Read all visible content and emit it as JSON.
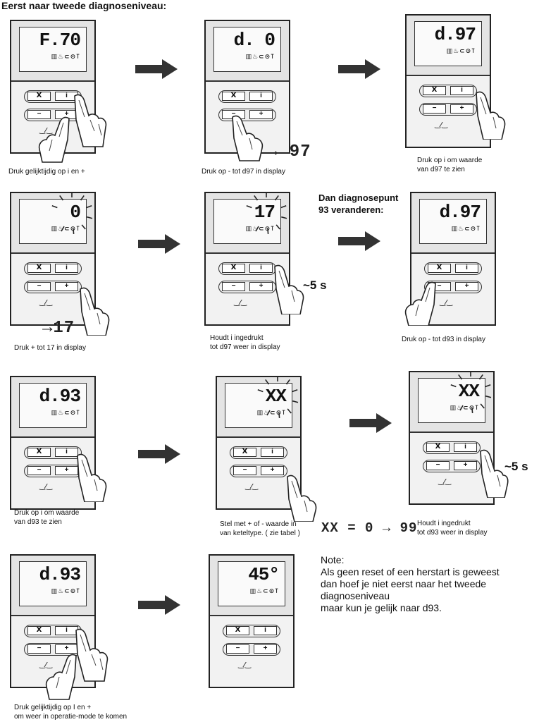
{
  "title": "Eerst naar tweede diagnoseniveau:",
  "panel_icons": "▥♨⊂⊙⊺",
  "panel_wrench_icon": "‿⁄‿",
  "panel_buttons": {
    "top_left": "Ⅹ",
    "top_right": "i",
    "bottom_left": "−",
    "bottom_right": "+"
  },
  "panels": [
    {
      "display": "F.70",
      "caption": "Druk gelijktijdig op i en +",
      "caption2": "",
      "blink": false
    },
    {
      "display": "d. 0",
      "caption": "Druk op - tot d97 in display",
      "caption2": "",
      "blink": false
    },
    {
      "display": "d.97",
      "caption": "Druk op i om waarde",
      "caption2": "van d97 te zien",
      "blink": false
    },
    {
      "display": "0",
      "caption": "Druk + tot 17 in display",
      "caption2": "",
      "blink": true
    },
    {
      "display": "17",
      "caption": "Houdt i ingedrukt",
      "caption2": "tot d97 weer in display",
      "blink": true
    },
    {
      "display": "d.97",
      "caption": "Druk op - tot d93 in display",
      "caption2": "",
      "blink": false
    },
    {
      "display": "d.93",
      "caption": "Druk op i om waarde",
      "caption2": "van d93 te zien",
      "blink": false
    },
    {
      "display": "XX",
      "caption": "Stel met + of - waarde in",
      "caption2": "van keteltype. ( zie tabel )",
      "blink": true
    },
    {
      "display": "XX",
      "caption": "Houdt i ingedrukt",
      "caption2": "tot d93 weer in display",
      "blink": true
    },
    {
      "display": "d.93",
      "caption": "Druk gelijktijdig op I en +",
      "caption2": "om weer in operatie-mode te komen",
      "blink": false
    },
    {
      "display": "45°",
      "caption": "",
      "caption2": "",
      "blink": false
    }
  ],
  "annotations": {
    "to97": "→ 97",
    "to17": "→17",
    "five_s_1": "~5 s",
    "five_s_2": "~5 s",
    "xx_range": "XX = 0 → 99"
  },
  "heading2": {
    "line1": "Dan diagnosepunt",
    "line2": "93 veranderen:"
  },
  "note": {
    "title": "Note:",
    "line1": "Als geen reset of een herstart is geweest",
    "line2": "dan hoef je niet eerst naar het tweede",
    "line3": "diagnoseniveau",
    "line4": "maar kun je gelijk naar d93."
  }
}
